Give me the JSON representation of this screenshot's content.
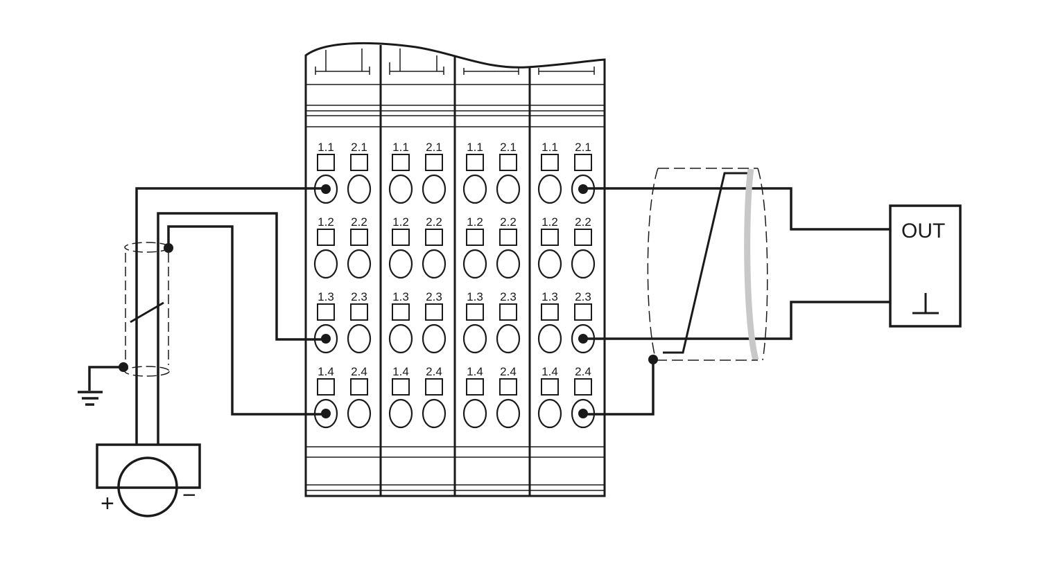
{
  "diagram": {
    "module_count": 4,
    "terminal_rows": [
      {
        "left": "1.1",
        "right": "2.1"
      },
      {
        "left": "1.2",
        "right": "2.2"
      },
      {
        "left": "1.3",
        "right": "2.3"
      },
      {
        "left": "1.4",
        "right": "2.4"
      }
    ],
    "output_device": {
      "label": "OUT",
      "ground_symbol": "⊥"
    },
    "source": {
      "plus": "+",
      "minus": "−"
    },
    "colors": {
      "line": "#1a1a1a",
      "shield_band": "#c8c8c8",
      "background": "#ffffff"
    }
  }
}
